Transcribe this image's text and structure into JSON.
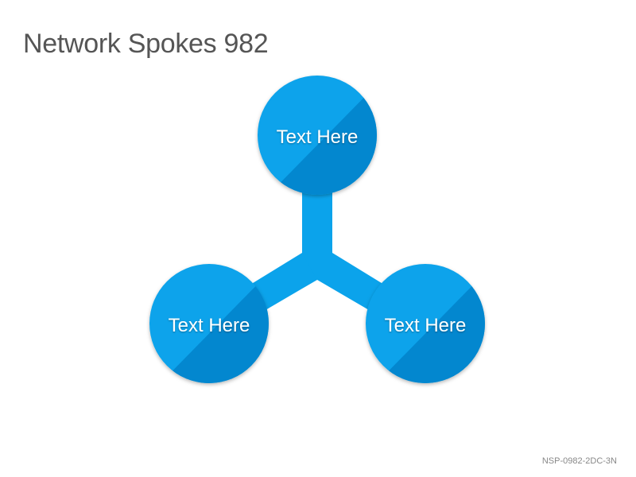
{
  "title": "Network Spokes 982",
  "nodes": [
    {
      "id": "top",
      "label": "Text Here"
    },
    {
      "id": "bottom-left",
      "label": "Text Here"
    },
    {
      "id": "bottom-right",
      "label": "Text Here"
    }
  ],
  "colors": {
    "node_fill": "#0BA3EB",
    "node_shade": "#0387CF",
    "spoke": "#0BA3EB",
    "title_text": "#555555",
    "footer_text": "#888888"
  },
  "footer": {
    "code": "NSP-0982-2DC-3N"
  }
}
